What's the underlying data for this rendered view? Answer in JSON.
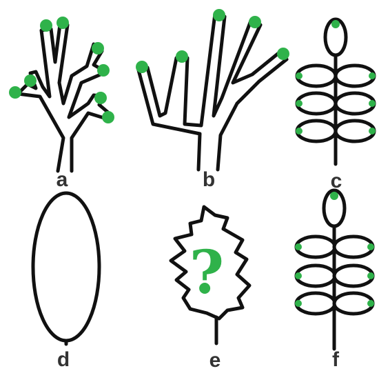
{
  "colors": {
    "outline": "#111111",
    "tip": "#2fb24a",
    "label": "#333333",
    "background": "#ffffff"
  },
  "panels": [
    {
      "id": "a",
      "label": "a"
    },
    {
      "id": "b",
      "label": "b"
    },
    {
      "id": "c",
      "label": "c"
    },
    {
      "id": "d",
      "label": "d"
    },
    {
      "id": "e",
      "label": "e",
      "symbol": "?"
    },
    {
      "id": "f",
      "label": "f"
    }
  ]
}
